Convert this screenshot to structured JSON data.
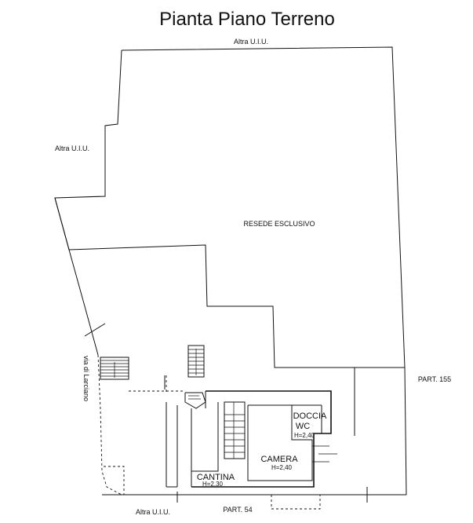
{
  "title": "Pianta Piano Terreno",
  "labels": {
    "altra_top": "Altra U.I.U.",
    "altra_left": "Altra U.I.U.",
    "altra_bottom": "Altra U.I.U.",
    "resede": "RESEDE ESCLUSIVO",
    "via": "via di Larciano",
    "part155": "PART. 155",
    "part54": "PART. 54",
    "doccia": "DOCCIA",
    "wc": "WC",
    "wc_h": "H=2,40",
    "camera": "CAMERA",
    "camera_h": "H=2,40",
    "cantina": "CANTINA",
    "cantina_h": "H=2,30"
  }
}
